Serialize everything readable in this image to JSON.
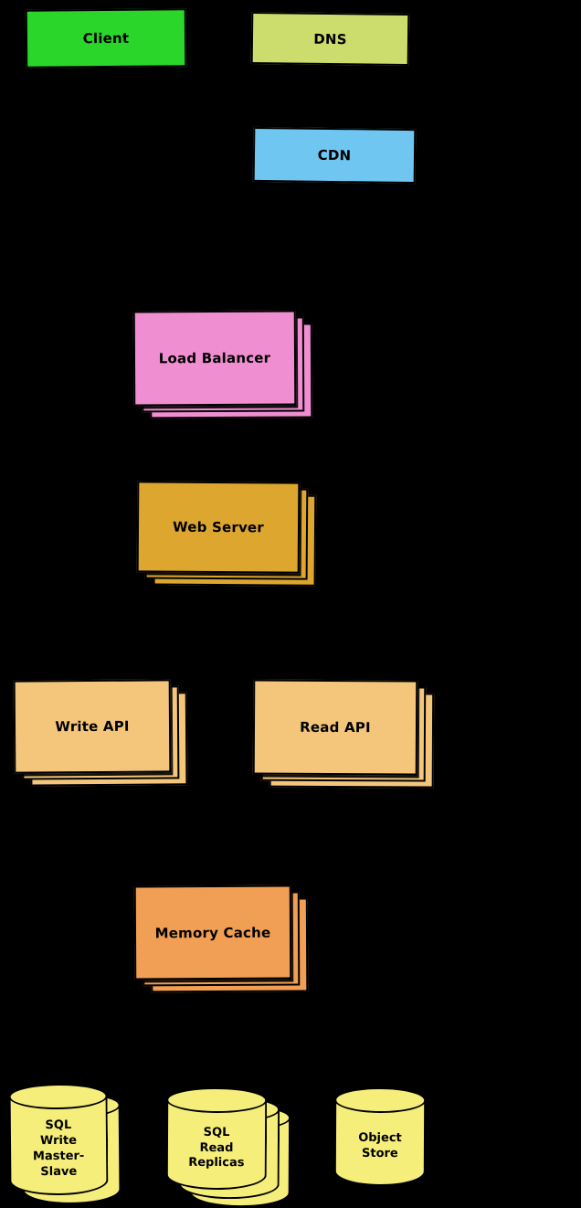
{
  "diagram": {
    "background_color": "#000000",
    "border_color": "#000000",
    "text_color": "#000000",
    "nodes": {
      "client": {
        "label": "Client",
        "color": "#2bd62b",
        "shape": "box",
        "instances": 1
      },
      "dns": {
        "label": "DNS",
        "color": "#cddd6d",
        "shape": "box",
        "instances": 1
      },
      "cdn": {
        "label": "CDN",
        "color": "#6ec6f1",
        "shape": "box",
        "instances": 1
      },
      "load_balancer": {
        "label": "Load Balancer",
        "color": "#f08ed2",
        "shape": "box",
        "instances": 3
      },
      "web_server": {
        "label": "Web Server",
        "color": "#dca62f",
        "shape": "box",
        "instances": 3
      },
      "write_api": {
        "label": "Write API",
        "color": "#f3c67c",
        "shape": "box",
        "instances": 3
      },
      "read_api": {
        "label": "Read API",
        "color": "#f3c67c",
        "shape": "box",
        "instances": 3
      },
      "memory_cache": {
        "label": "Memory Cache",
        "color": "#f19f55",
        "shape": "box",
        "instances": 3
      },
      "sql_write_master_slave": {
        "label": "SQL Write Master-Slave",
        "lines": [
          "SQL",
          "Write",
          "Master-",
          "Slave"
        ],
        "color": "#f5ee7a",
        "shape": "cylinder",
        "instances": 2
      },
      "sql_read_replicas": {
        "label": "SQL Read Replicas",
        "lines": [
          "SQL",
          "Read",
          "Replicas"
        ],
        "color": "#f5ee7a",
        "shape": "cylinder",
        "instances": 3
      },
      "object_store": {
        "label": "Object Store",
        "lines": [
          "Object",
          "Store"
        ],
        "color": "#f5ee7a",
        "shape": "cylinder",
        "instances": 1
      }
    }
  }
}
